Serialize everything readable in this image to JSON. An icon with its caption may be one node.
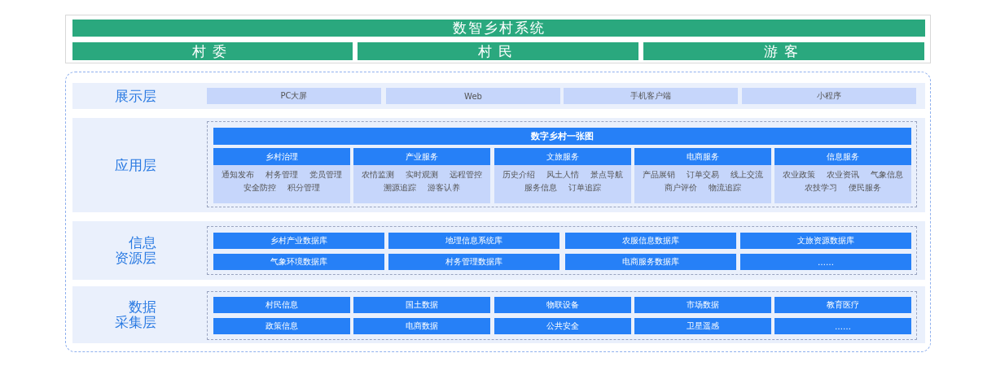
{
  "diagram": {
    "nodes": [
      {
        "text": [],
        "shape": "box"
      },
      {
        "text": [
          "数智乡村系统"
        ],
        "in": 0
      },
      {
        "text": [
          "村委"
        ],
        "in": 0
      },
      {
        "text": [
          "村民"
        ],
        "in": 0
      },
      {
        "text": [
          "游客"
        ],
        "in": 0
      },
      {
        "text": [],
        "shape": "box"
      },
      {
        "text": [
          "展示层"
        ],
        "in": 5
      },
      {
        "text": [
          "PC大屏"
        ],
        "in": 6
      },
      {
        "text": [
          "Web"
        ],
        "in": 6
      },
      {
        "text": [
          "手机客户端"
        ],
        "in": 6
      },
      {
        "text": [
          "小程序"
        ],
        "in": 6
      },
      {
        "text": [
          "应用层"
        ],
        "in": 5
      },
      {
        "text": [],
        "shape": "box",
        "in": 11
      },
      {
        "text": [
          "数字乡村一张图"
        ],
        "in": 12
      },
      {
        "text": [
          "乡村治理",
          "通知发布",
          "村务管理",
          "党员管理",
          "安全防控",
          "积分管理"
        ],
        "in": 12
      },
      {
        "text": [
          "产业服务",
          "农情监测",
          "实时观测",
          "远程管控",
          "溯源追踪",
          "游客认养"
        ],
        "in": 12
      },
      {
        "text": [
          "文旅服务",
          "历史介绍",
          "风土人情",
          "景点导航",
          "服务信息",
          "订单追踪"
        ],
        "in": 12
      },
      {
        "text": [
          "电商服务",
          "产品展销",
          "订单交易",
          "线上交流",
          "商户评价",
          "物流追踪"
        ],
        "in": 12
      },
      {
        "text": [
          "信息服务",
          "农业政策",
          "农业资讯",
          "气象信息",
          "农技学习",
          "便民服务"
        ],
        "in": 12
      },
      {
        "text": [
          "信息资源层"
        ],
        "in": 5
      },
      {
        "text": [],
        "shape": "box",
        "in": 19
      },
      {
        "text": [
          "乡村产业数据库"
        ],
        "in": 20
      },
      {
        "text": [
          "地理信息系统库"
        ],
        "in": 20
      },
      {
        "text": [
          "农服信息数据库"
        ],
        "in": 20
      },
      {
        "text": [
          "文旅资源数据库"
        ],
        "in": 20
      },
      {
        "text": [
          "气象环境数据库"
        ],
        "in": 20
      },
      {
        "text": [
          "村务管理数据库"
        ],
        "in": 20
      },
      {
        "text": [
          "电商服务数据库"
        ],
        "in": 20
      },
      {
        "text": [
          "……"
        ],
        "in": 20
      },
      {
        "text": [
          "数据采集层"
        ],
        "in": 5
      },
      {
        "text": [],
        "shape": "box",
        "in": 29
      },
      {
        "text": [
          "村民信息"
        ],
        "in": 30
      },
      {
        "text": [
          "国土数据"
        ],
        "in": 30
      },
      {
        "text": [
          "物联设备"
        ],
        "in": 30
      },
      {
        "text": [
          "市场数据"
        ],
        "in": 30
      },
      {
        "text": [
          "教育医疗"
        ],
        "in": 30
      },
      {
        "text": [
          "政策信息"
        ],
        "in": 30
      },
      {
        "text": [
          "电商数据"
        ],
        "in": 30
      },
      {
        "text": [
          "公共安全"
        ],
        "in": 30
      },
      {
        "text": [
          "卫星遥感"
        ],
        "in": 30
      },
      {
        "text": [
          "……"
        ],
        "in": 30
      }
    ]
  }
}
